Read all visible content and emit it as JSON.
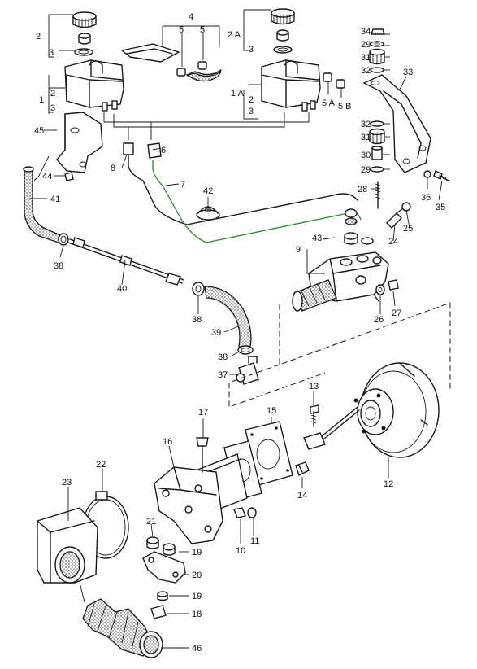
{
  "callouts": {
    "c1": "1",
    "c2": "2",
    "c2a": "2 A",
    "c3": "3",
    "c3a": "3",
    "c3b": "3",
    "c3c": "3",
    "c4": "4",
    "c5": "5",
    "c5b": "5",
    "c5a": "5 A",
    "c5bb": "5 B",
    "c6": "6",
    "c7": "7",
    "c8": "8",
    "c9": "9",
    "c10": "10",
    "c11": "11",
    "c12": "12",
    "c13": "13",
    "c14": "14",
    "c15": "15",
    "c16": "16",
    "c17": "17",
    "c18": "18",
    "c19": "19",
    "c19b": "19",
    "c20": "20",
    "c21": "21",
    "c22": "22",
    "c23": "23",
    "c24": "24",
    "c25": "25",
    "c26": "26",
    "c27": "27",
    "c28": "28",
    "c29": "29",
    "c29b": "29",
    "c30": "30",
    "c31": "31",
    "c31b": "31",
    "c32": "32",
    "c32b": "32",
    "c33": "33",
    "c34": "34",
    "c35": "35",
    "c36": "36",
    "c37": "37",
    "c38": "38",
    "c38b": "38",
    "c38c": "38",
    "c39": "39",
    "c40": "40",
    "c41": "41",
    "c42": "42",
    "c43": "43",
    "c44": "44",
    "c45": "45",
    "c46": "46",
    "c1a": "1 A",
    "c2b": "2",
    "c2c": "2"
  },
  "colors": {
    "line": "#1a1a1a",
    "highlighted_pipe": "#3f8f3f",
    "background": "#ffffff"
  }
}
